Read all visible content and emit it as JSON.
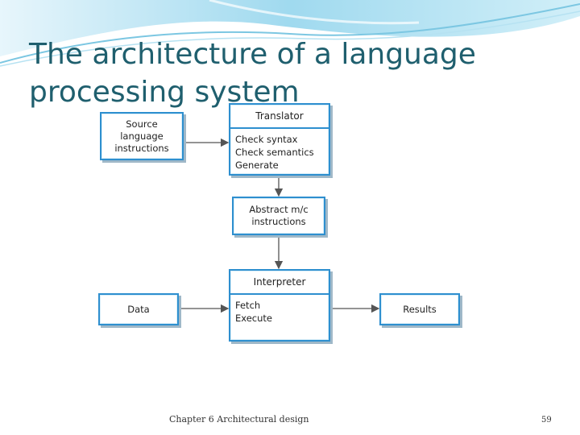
{
  "slide": {
    "title": "The architecture of a language processing system",
    "footer": "Chapter 6 Architectural design",
    "page_number": "59"
  },
  "diagram": {
    "source": [
      "Source",
      "language",
      "instructions"
    ],
    "translator": {
      "header": "Translator",
      "lines": [
        "Check syntax",
        "Check semantics",
        "Generate"
      ]
    },
    "abstract": [
      "Abstract m/c",
      "instructions"
    ],
    "interpreter": {
      "header": "Interpreter",
      "lines": [
        "Fetch",
        "Execute"
      ]
    },
    "data": "Data",
    "results": "Results"
  },
  "colors": {
    "title": "#1f5f6e",
    "box_border": "#2e8fcf",
    "arrow": "#555555"
  }
}
